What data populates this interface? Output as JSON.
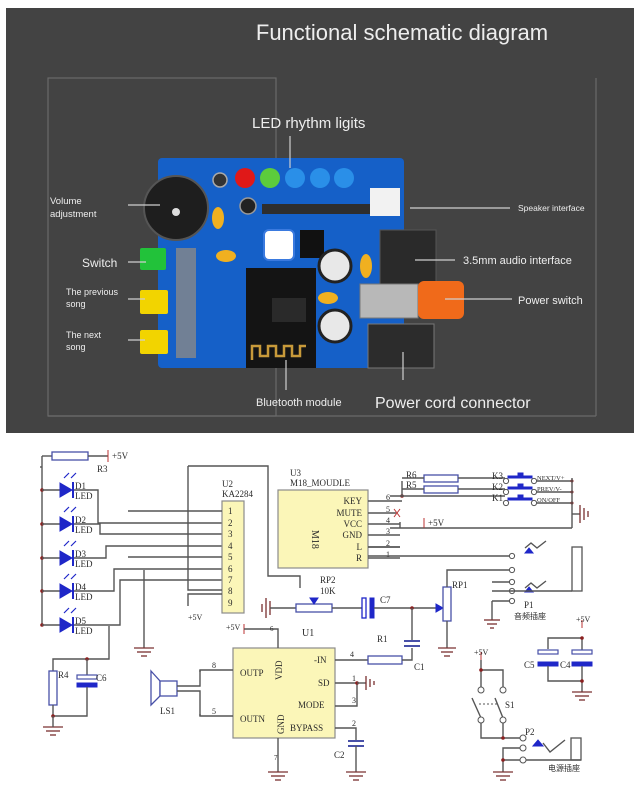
{
  "photo_panel": {
    "title": "Functional schematic diagram",
    "labels": {
      "led_rhythm_lights": "LED rhythm ligits",
      "volume_adjustment_line1": "Volume",
      "volume_adjustment_line2": "adjustment",
      "switch": "Switch",
      "previous_song_line1": "The previous",
      "previous_song_line2": "song",
      "next_song_line1": "The next",
      "next_song_line2": "song",
      "bluetooth_module": "Bluetooth module",
      "power_cord_connector": "Power cord connector",
      "speaker_interface": "Speaker interface",
      "audio_interface": "3.5mm audio interface",
      "power_switch": "Power switch"
    },
    "colors": {
      "background": "#434343",
      "pcb": "#1560c8",
      "led_red": "#e01818",
      "led_green": "#5ccc3c",
      "led_blue": "#2a8fe8",
      "button_green": "#22c23a",
      "button_yellow": "#f2d400",
      "power_button": "#f06a1a"
    }
  },
  "schematic": {
    "supply": "+5V",
    "r3": "R3",
    "leds": [
      {
        "ref": "D1",
        "type": "LED"
      },
      {
        "ref": "D2",
        "type": "LED"
      },
      {
        "ref": "D3",
        "type": "LED"
      },
      {
        "ref": "D4",
        "type": "LED"
      },
      {
        "ref": "D5",
        "type": "LED"
      }
    ],
    "u2": {
      "ref": "U2",
      "part": "KA2284",
      "pins": [
        "1",
        "2",
        "3",
        "4",
        "5",
        "6",
        "7",
        "8",
        "9"
      ]
    },
    "u3": {
      "ref": "U3",
      "part": "M18_MOUDLE",
      "body": "M18",
      "pins": [
        {
          "name": "KEY",
          "num": "6"
        },
        {
          "name": "MUTE",
          "num": "5"
        },
        {
          "name": "VCC",
          "num": "4"
        },
        {
          "name": "GND",
          "num": "3"
        },
        {
          "name": "L",
          "num": "2"
        },
        {
          "name": "R",
          "num": "1"
        }
      ]
    },
    "r6": "R6",
    "r5": "R5",
    "keys": [
      {
        "ref": "K3",
        "label": "NEXT/V+"
      },
      {
        "ref": "K2",
        "label": "PREV/V-"
      },
      {
        "ref": "K1",
        "label": "ON/OFF"
      }
    ],
    "rp2": {
      "ref": "RP2",
      "value": "10K"
    },
    "c7": "C7",
    "rp1": "RP1",
    "p1": {
      "ref": "P1",
      "label": "音频插座"
    },
    "u1": {
      "ref": "U1",
      "left_pins": [
        {
          "name": "OUTP",
          "num": "8"
        },
        {
          "name": "OUTN",
          "num": "5"
        }
      ],
      "right_pins": [
        {
          "name": "-IN",
          "num": "4"
        },
        {
          "name": "SD",
          "num": "1"
        },
        {
          "name": "MODE",
          "num": "3"
        },
        {
          "name": "BYPASS",
          "num": "2"
        }
      ],
      "top_pin": {
        "name": "VDD",
        "num": "6"
      },
      "bottom_pin": {
        "name": "GND",
        "num": "7"
      }
    },
    "r1": "R1",
    "c1": "C1",
    "c2": "C2",
    "r4": "R4",
    "c6": "C6",
    "ls1": "LS1",
    "c5": "C5",
    "c4": "C4",
    "s1": "S1",
    "p2": {
      "ref": "P2",
      "label": "电源插座"
    }
  }
}
